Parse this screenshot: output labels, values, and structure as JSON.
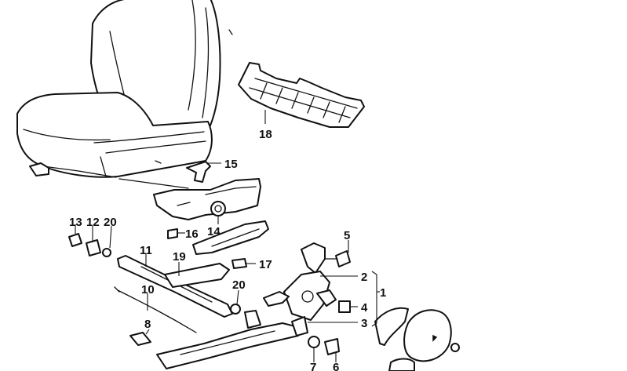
{
  "callouts": [
    {
      "id": "c1",
      "text": "1"
    },
    {
      "id": "c2",
      "text": "2"
    },
    {
      "id": "c3",
      "text": "3"
    },
    {
      "id": "c4",
      "text": "4"
    },
    {
      "id": "c5",
      "text": "5"
    },
    {
      "id": "c6",
      "text": "6"
    },
    {
      "id": "c7",
      "text": "7"
    },
    {
      "id": "c8",
      "text": "8"
    },
    {
      "id": "c10",
      "text": "10"
    },
    {
      "id": "c11",
      "text": "11"
    },
    {
      "id": "c12",
      "text": "12"
    },
    {
      "id": "c13",
      "text": "13"
    },
    {
      "id": "c14",
      "text": "14"
    },
    {
      "id": "c15",
      "text": "15"
    },
    {
      "id": "c16",
      "text": "16"
    },
    {
      "id": "c17",
      "text": "17"
    },
    {
      "id": "c18",
      "text": "18"
    },
    {
      "id": "c19",
      "text": "19"
    },
    {
      "id": "c20a",
      "text": "20"
    },
    {
      "id": "c20b",
      "text": "20"
    }
  ]
}
